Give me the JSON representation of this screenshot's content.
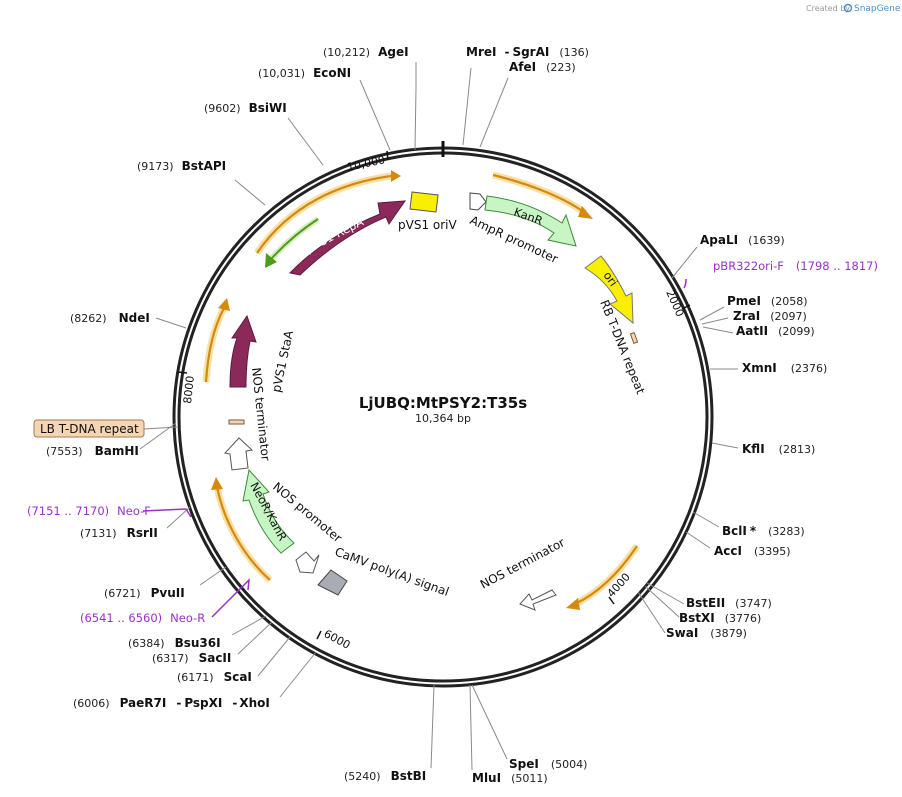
{
  "watermark": {
    "prefix": "Created by",
    "brand": "SnapGene"
  },
  "title": "LjUBQ:MtPSY2:T35s",
  "length": "10,364 bp",
  "colors": {
    "repA": "#8b2a5a",
    "kan": "#c8f5c4",
    "ori": "#fbef00",
    "orange_arrow": "#d68a0d",
    "orange_halo": "#f7dfa6",
    "green_arrow": "#4f9b1a",
    "tdna": "#f6d5b3",
    "primer": "#9b30c8"
  },
  "ticks": [
    {
      "label": "10,000"
    },
    {
      "label": "2000"
    },
    {
      "label": "4000"
    },
    {
      "label": "6000"
    },
    {
      "label": "8000"
    }
  ],
  "sites": [
    {
      "pos": "(10,212)",
      "name": "AgeI"
    },
    {
      "pos": "(10,031)",
      "name": "EcoNI"
    },
    {
      "pos": "(9602)",
      "name": "BsiWI"
    },
    {
      "pos": "(9173)",
      "name": "BstAPI"
    },
    {
      "name": "MreI",
      "sep": "-",
      "name2": "SgrAI",
      "pos": "(136)"
    },
    {
      "name": "AfeI",
      "pos": "(223)"
    },
    {
      "name": "ApaLI",
      "pos": "(1639)"
    },
    {
      "name": "PmeI",
      "pos": "(2058)"
    },
    {
      "name": "ZraI",
      "pos": "(2097)"
    },
    {
      "name": "AatII",
      "pos": "(2099)"
    },
    {
      "name": "XmnI",
      "pos": "(2376)"
    },
    {
      "name": "KflI",
      "pos": "(2813)"
    },
    {
      "name": "BclI",
      "star": "*",
      "pos": "(3283)"
    },
    {
      "name": "AccI",
      "pos": "(3395)"
    },
    {
      "name": "BstEII",
      "pos": "(3747)"
    },
    {
      "name": "BstXI",
      "pos": "(3776)"
    },
    {
      "name": "SwaI",
      "pos": "(3879)"
    },
    {
      "name": "SpeI",
      "pos": "(5004)"
    },
    {
      "name": "MluI",
      "pos": "(5011)"
    },
    {
      "pos": "(5240)",
      "name": "BstBI"
    },
    {
      "pos": "(6006)",
      "name": "PaeR7I",
      "name2": "PspXI",
      "name3": "XhoI"
    },
    {
      "pos": "(6171)",
      "name": "ScaI"
    },
    {
      "pos": "(6317)",
      "name": "SacII"
    },
    {
      "pos": "(6384)",
      "name": "Bsu36I"
    },
    {
      "pos": "(6721)",
      "name": "PvuII"
    },
    {
      "pos": "(7131)",
      "name": "RsrII"
    },
    {
      "pos": "(7553)",
      "name": "BamHI"
    },
    {
      "pos": "(8262)",
      "name": "NdeI"
    }
  ],
  "primers": [
    {
      "name": "pBR322ori-F",
      "range": "(1798 .. 1817)"
    },
    {
      "name": "Neo-F",
      "range": "(7151 .. 7170)"
    },
    {
      "name": "Neo-R",
      "range": "(6541 .. 6560)"
    }
  ],
  "features": {
    "pvs1_repa": "pVS1 RepA",
    "pvs1_oriv": "pVS1 oriV",
    "kanr": "KanR",
    "ampr_promoter": "AmpR promoter",
    "ori": "ori",
    "rb_tdna": "RB T-DNA repeat",
    "pvs1_staa": "pVS1 StaA",
    "nos_terminator_left": "NOS terminator",
    "lb_tdna": "LB T-DNA repeat",
    "nos_promoter": "NOS promoter",
    "neor_kanr": "NeoR/KanR",
    "camv_polya": "CaMV poly(A) signal",
    "nos_terminator_right": "NOS terminator"
  }
}
